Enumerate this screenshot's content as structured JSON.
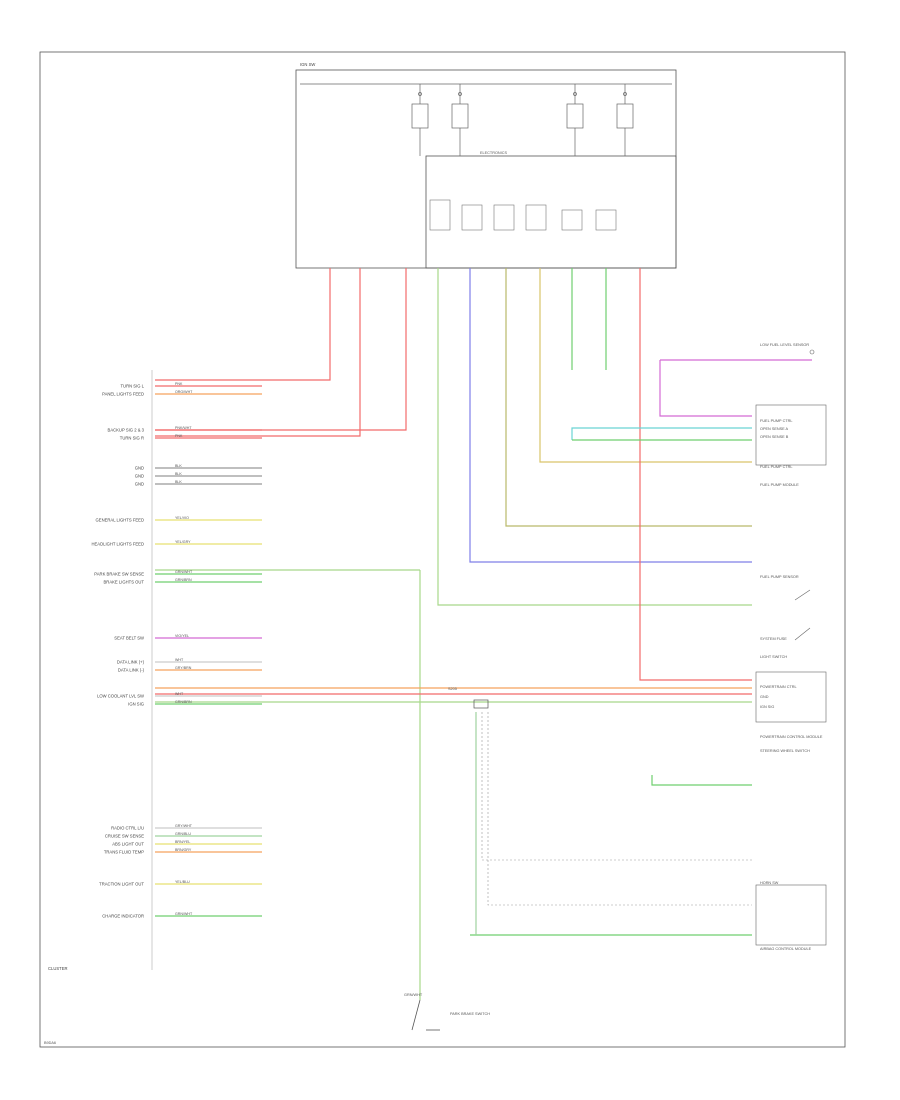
{
  "diagram": {
    "title": "",
    "figure_code": "B9DA6",
    "cluster_label": "CLUSTER",
    "ignition_switch_label": "IGN SW",
    "electronics_label": "ELECTRONICS",
    "cluster_pins": [
      {
        "label": "TURN SIG L",
        "wire": "PNK",
        "color": "#f26b6b"
      },
      {
        "label": "PANEL LIGHTS FEED",
        "wire": "ORG/WHT",
        "color": "#f5a25d"
      },
      {
        "label": "BACKUP SIG 2 & 3",
        "wire": "PNK/WHT",
        "color": "#f26b6b"
      },
      {
        "label": "TURN SIG R",
        "wire": "PNK",
        "color": "#f26b6b"
      },
      {
        "label": "GND",
        "wire": "BLK",
        "color": "#999999"
      },
      {
        "label": "GND",
        "wire": "BLK",
        "color": "#999999"
      },
      {
        "label": "GND",
        "wire": "BLK",
        "color": "#999999"
      },
      {
        "label": "GENERAL LIGHTS FEED",
        "wire": "YEL/VIO",
        "color": "#e8e070"
      },
      {
        "label": "HEADLIGHT LIGHTS FEED",
        "wire": "YEL/GRY",
        "color": "#e8e070"
      },
      {
        "label": "PARK BRAKE SW SENSE",
        "wire": "GRN/WHT",
        "color": "#6fcf6f"
      },
      {
        "label": "BRAKE LIGHTS OUT",
        "wire": "GRN/BRN",
        "color": "#6fcf6f"
      },
      {
        "label": "SEAT BELT SW",
        "wire": "VIO/YEL",
        "color": "#d46bd4"
      },
      {
        "label": "DATA LINK (+)",
        "wire": "WHT",
        "color": "#cccccc"
      },
      {
        "label": "DATA LINK (-)",
        "wire": "GRY/BRN",
        "color": "#f5a25d"
      },
      {
        "label": "LOW COOLANT LVL SW",
        "wire": "WHT",
        "color": "#cccccc"
      },
      {
        "label": "IGN SIG",
        "wire": "GRN/BRN",
        "color": "#6fcf6f"
      },
      {
        "label": "RADIO CTRL L/U",
        "wire": "GRY/WHT",
        "color": "#cccccc"
      },
      {
        "label": "CRUISE SW SENSE",
        "wire": "GRN/BLU",
        "color": "#9fd39f"
      },
      {
        "label": "ABS LIGHT OUT",
        "wire": "BRN/YEL",
        "color": "#e8e070"
      },
      {
        "label": "TRANS FLUID TEMP",
        "wire": "BRN/GRY",
        "color": "#f5a25d"
      },
      {
        "label": "TRACTION LIGHT OUT",
        "wire": "YEL/BLU",
        "color": "#e8e070"
      },
      {
        "label": "CHARGE INDICATOR",
        "wire": "GRN/WHT",
        "color": "#6fcf6f"
      }
    ],
    "right_labels": [
      "LOW FUEL LEVEL SENSOR",
      "FUEL PUMP CTRL",
      "OPEN SENSE A",
      "OPEN SENSE B",
      "FUEL PUMP CTRL",
      "FUEL PUMP MODULE",
      "FUEL PUMP SENSOR",
      "SYSTEM FUSE",
      "LIGHT SWITCH",
      "POWERTRAIN CTRL",
      "GND",
      "IGN SIG",
      "POWERTRAIN CONTROL MODULE",
      "STEERING WHEEL SWITCH",
      "HORN SW",
      "AIRBAG CONTROL MODULE",
      "PARK BRAKE SWITCH"
    ],
    "splice_label": "S205",
    "bottom_splice_label": "GRN/WHT"
  }
}
